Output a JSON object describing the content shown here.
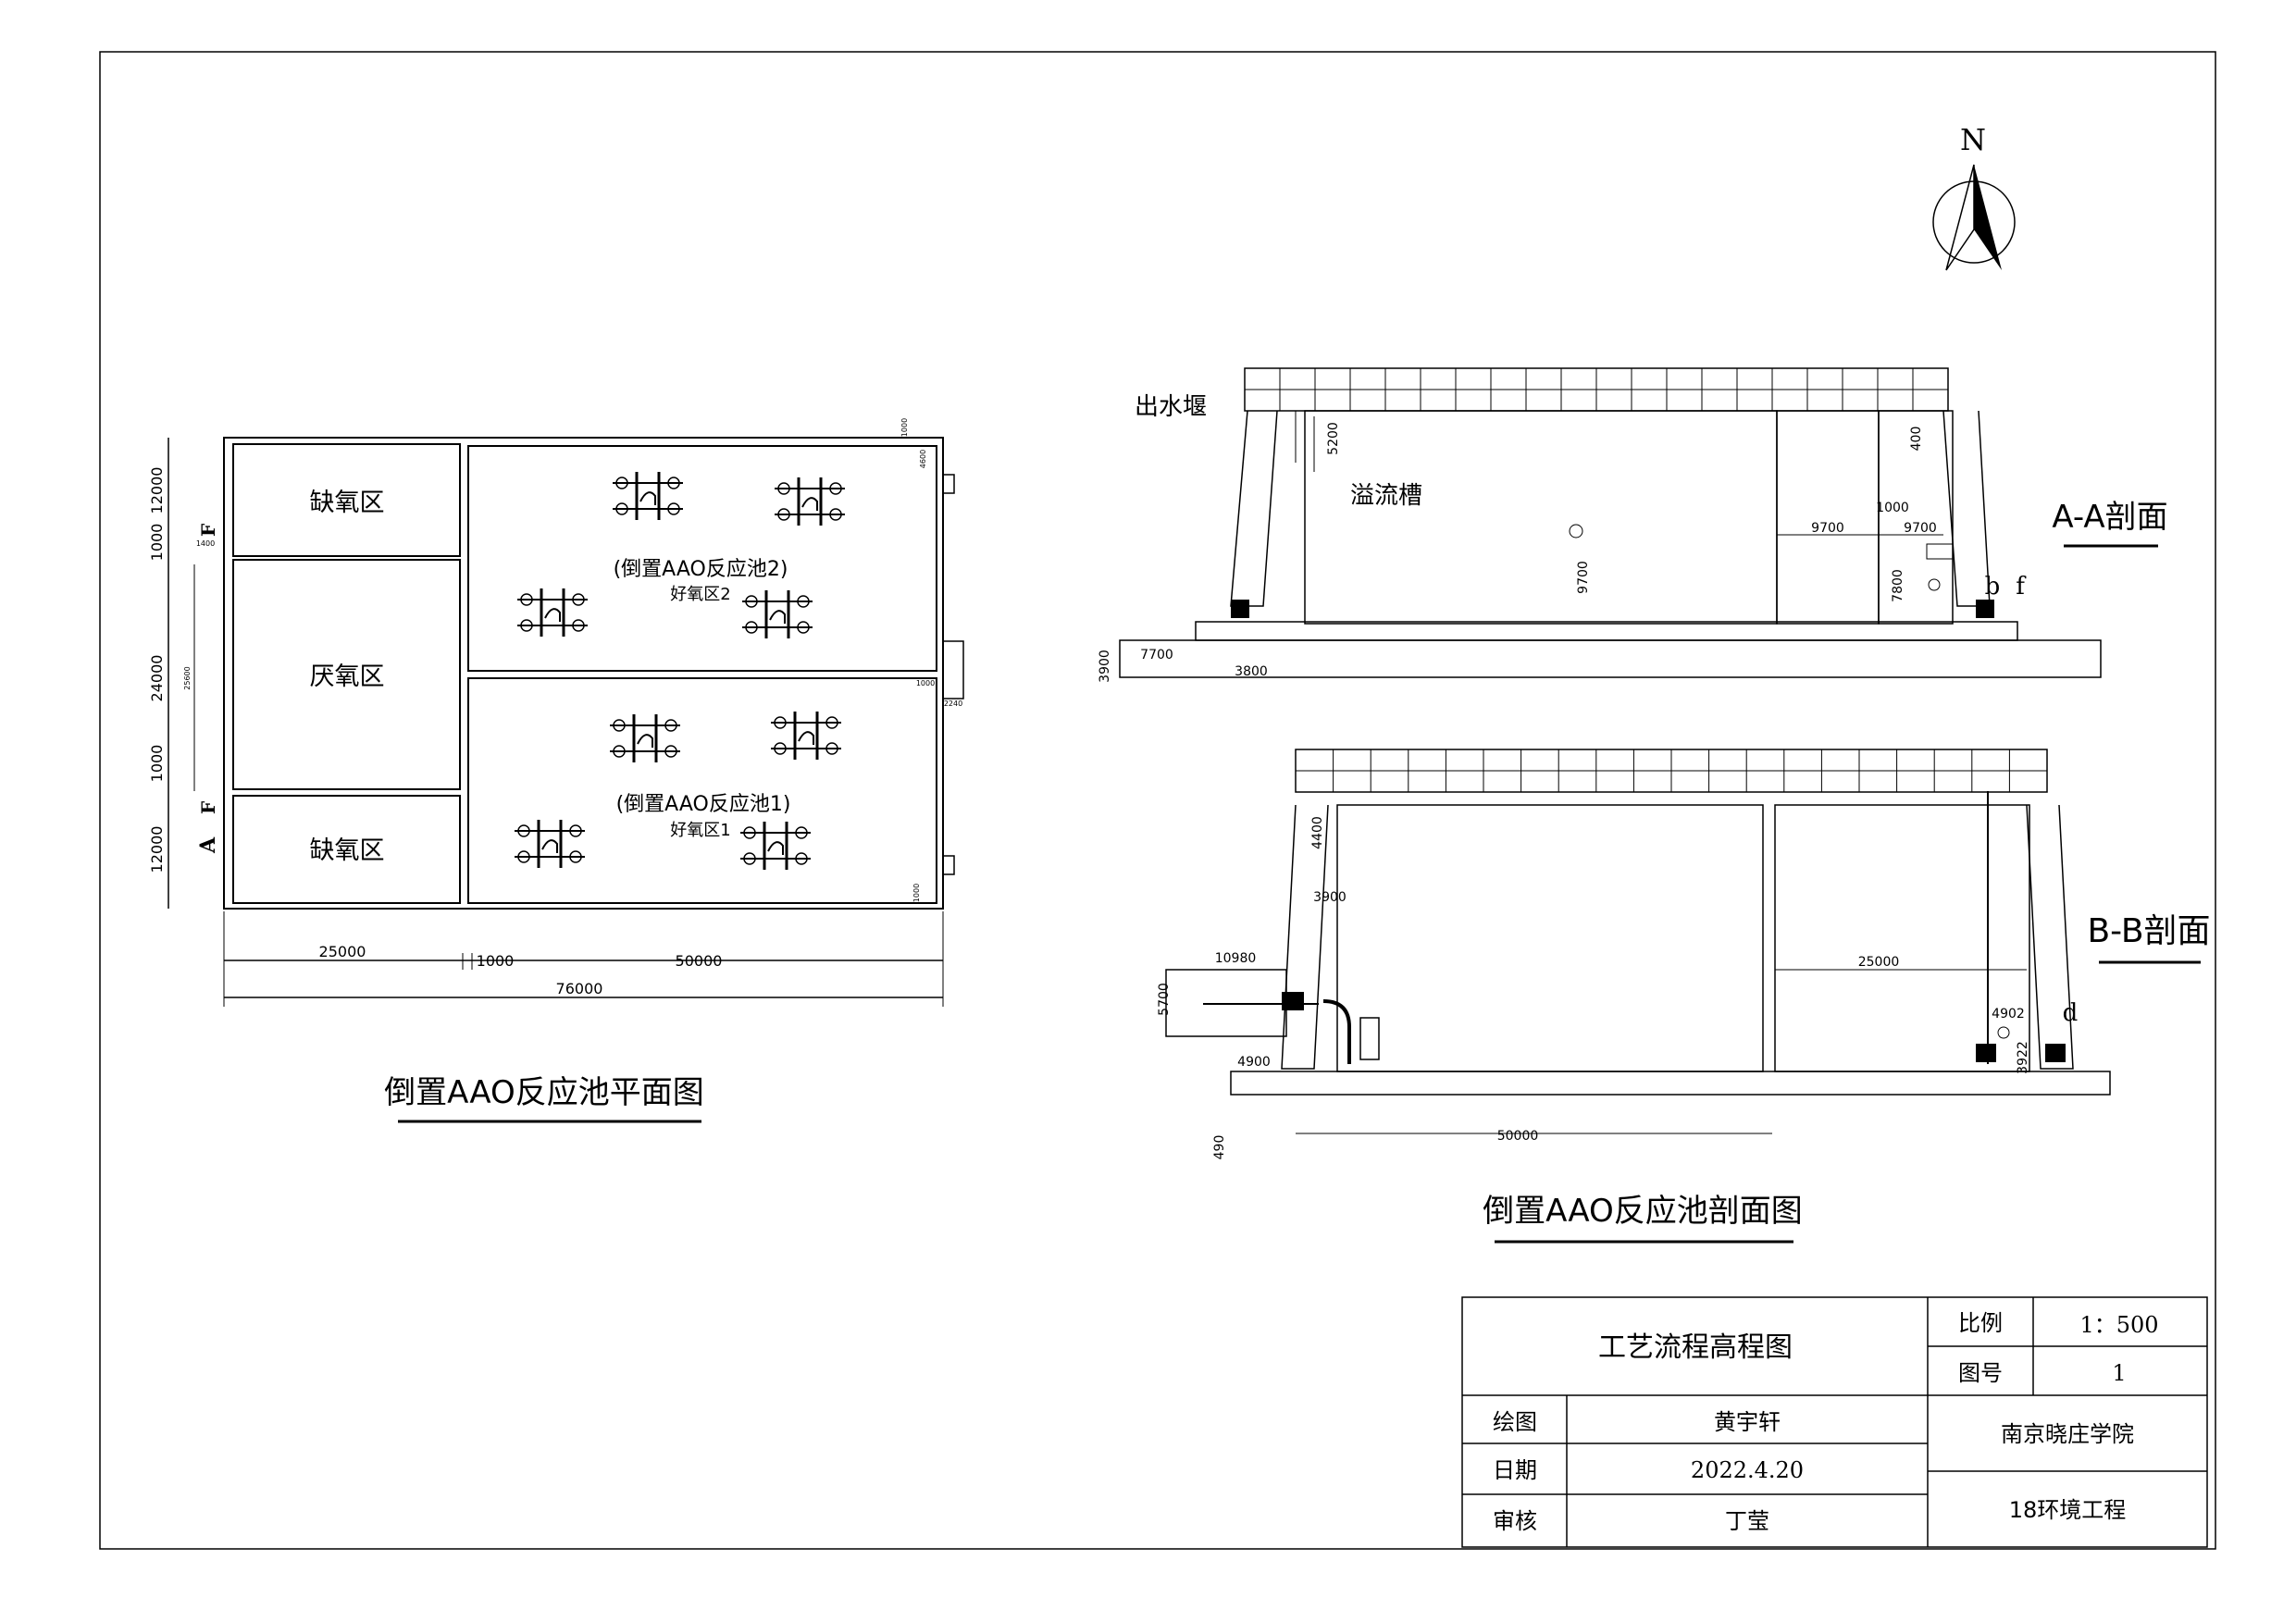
{
  "plan": {
    "title": "倒置AAO反应池平面图",
    "zones": {
      "anoxic_top": "缺氧区",
      "anaerobic": "厌氧区",
      "anoxic_bottom": "缺氧区",
      "tank2_name": "(倒置AAO反应池2)",
      "tank2_zone": "好氧区2",
      "tank1_name": "(倒置AAO反应池1)",
      "tank1_zone": "好氧区1"
    },
    "dims": {
      "w_anoxic": "25000",
      "w_gap": "1000",
      "w_aerobic": "50000",
      "w_total": "76000",
      "h_top": "12000",
      "h_gap1": "1000",
      "h_mid": "24000",
      "h_gap2": "1000",
      "h_bottom": "12000",
      "small_1400": "1400",
      "small_mid": "25600",
      "small_1000a": "1000",
      "small_2240": "2240",
      "small_1000b": "1000",
      "small_1000c": "1000",
      "small_4600": "4600"
    },
    "section_marks": {
      "a": "A",
      "f": "F"
    }
  },
  "section": {
    "title": "倒置AAO反应池剖面图",
    "aa_label": "A-A剖面",
    "bb_label": "B-B剖面",
    "aa": {
      "weir": "出水堰",
      "overflow": "溢流槽",
      "d5200": "5200",
      "d9700v": "9700",
      "d9700a": "9700",
      "d9700b": "9700",
      "d1000": "1000",
      "d400": "400",
      "d7800": "7800",
      "d7700": "7700",
      "d3800": "3800",
      "d3900": "3900",
      "mark_b": "b",
      "mark_f": "f"
    },
    "bb": {
      "d4400": "4400",
      "d3900": "3900",
      "d10980": "10980",
      "d5700": "5700",
      "d4900": "4900",
      "d490": "490",
      "d50000": "50000",
      "d25000": "25000",
      "d4902": "4902",
      "d3922": "3922",
      "mark_d": "d"
    }
  },
  "compass": {
    "north": "N"
  },
  "title_block": {
    "drawing_title": "工艺流程高程图",
    "scale_label": "比例",
    "scale_value": "1：500",
    "sheet_label": "图号",
    "sheet_value": "1",
    "drawn_label": "绘图",
    "drawn_value": "黄宇轩",
    "date_label": "日期",
    "date_value": "2022.4.20",
    "review_label": "审核",
    "review_value": "丁莹",
    "school": "南京晓庄学院",
    "major": "18环境工程"
  }
}
